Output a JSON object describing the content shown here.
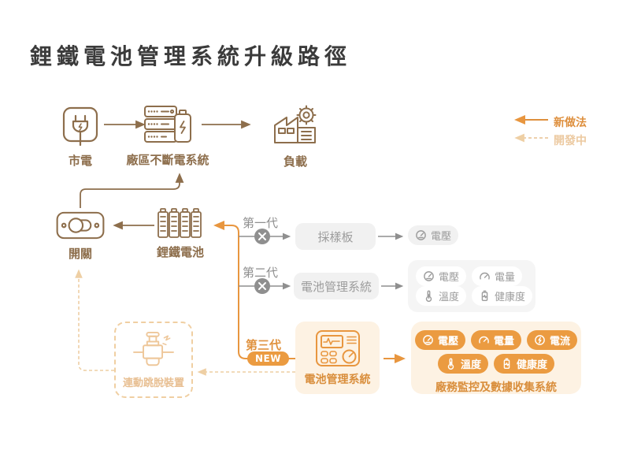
{
  "title": "鋰鐵電池管理系統升級路徑",
  "legend": {
    "new_method": {
      "label": "新做法",
      "style": "solid-arrow"
    },
    "in_development": {
      "label": "開發中",
      "style": "dashed-arrow"
    }
  },
  "power_flow": {
    "mains": {
      "label": "市電",
      "icon": "power-plug-icon"
    },
    "ups": {
      "label": "廠區不斷電系統",
      "icon": "ups-server-icon"
    },
    "load": {
      "label": "負載",
      "icon": "factory-gear-icon"
    }
  },
  "battery_row": {
    "switch": {
      "label": "開關",
      "icon": "switch-icon"
    },
    "battery": {
      "label": "鋰鐵電池",
      "icon": "battery-pack-icon"
    }
  },
  "generations": {
    "gen1": {
      "label": "第一代",
      "status": "deprecated-cross",
      "box_label": "採樣板",
      "badges": [
        {
          "label": "電壓",
          "icon": "gauge-icon"
        }
      ]
    },
    "gen2": {
      "label": "第二代",
      "status": "deprecated-cross",
      "box_label": "電池管理系統",
      "badges": [
        {
          "label": "電壓",
          "icon": "gauge-icon"
        },
        {
          "label": "電量",
          "icon": "meter-icon"
        },
        {
          "label": "溫度",
          "icon": "thermometer-icon"
        },
        {
          "label": "健康度",
          "icon": "battery-health-icon"
        }
      ]
    },
    "gen3": {
      "label": "第三代",
      "new_badge": "NEW",
      "box_label": "電池管理系統",
      "box_icon": "bms-device-icon",
      "monitor_label": "廠務監控及數據收集系統",
      "badges": [
        {
          "label": "電壓",
          "icon": "gauge-icon"
        },
        {
          "label": "電量",
          "icon": "meter-icon"
        },
        {
          "label": "電流",
          "icon": "current-icon"
        },
        {
          "label": "溫度",
          "icon": "thermometer-icon"
        },
        {
          "label": "健康度",
          "icon": "battery-health-icon"
        }
      ]
    }
  },
  "trip_device": {
    "label": "連動跳脫裝置",
    "icon": "trip-device-icon"
  },
  "colors": {
    "title": "#3b3b3b",
    "brown": "#8d6e4c",
    "orange": "#e8963f",
    "orange_badge": "#eb9b41",
    "orange_label": "#d98e3c",
    "light_orange_dashed": "#eecfa4",
    "cream_bg": "#fdf2e3",
    "gray_line": "#8f8f8f",
    "gray_text": "#9c9c9c",
    "gray_box_bg": "#f1f1f1",
    "gray_container_bg": "#f5f5f5"
  }
}
